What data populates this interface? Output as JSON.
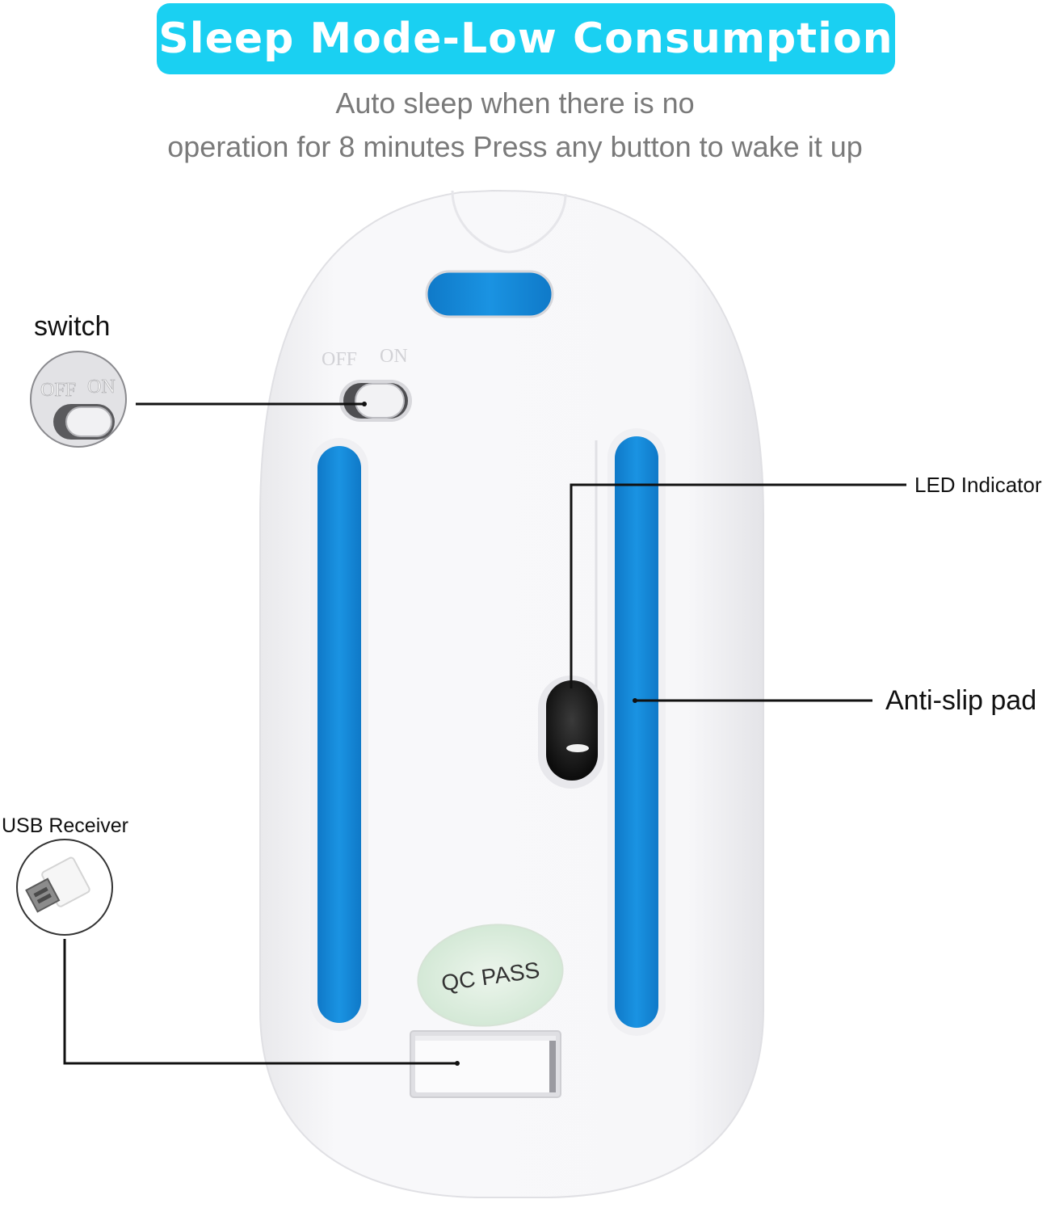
{
  "banner": {
    "title": "Sleep Mode-Low Consumption",
    "color": "#1ad0f2"
  },
  "subtitle": {
    "line1": "Auto sleep when there is no",
    "line2": "operation for 8 minutes Press any button to wake it up"
  },
  "callouts": {
    "switch": "switch",
    "led": "LED Indicator",
    "antislip": "Anti-slip pad",
    "usb": "USB Receiver"
  },
  "product": {
    "switch_off": "OFF",
    "switch_on": "ON",
    "qc_label": "QC PASS",
    "pad_color": "#1487d8"
  }
}
